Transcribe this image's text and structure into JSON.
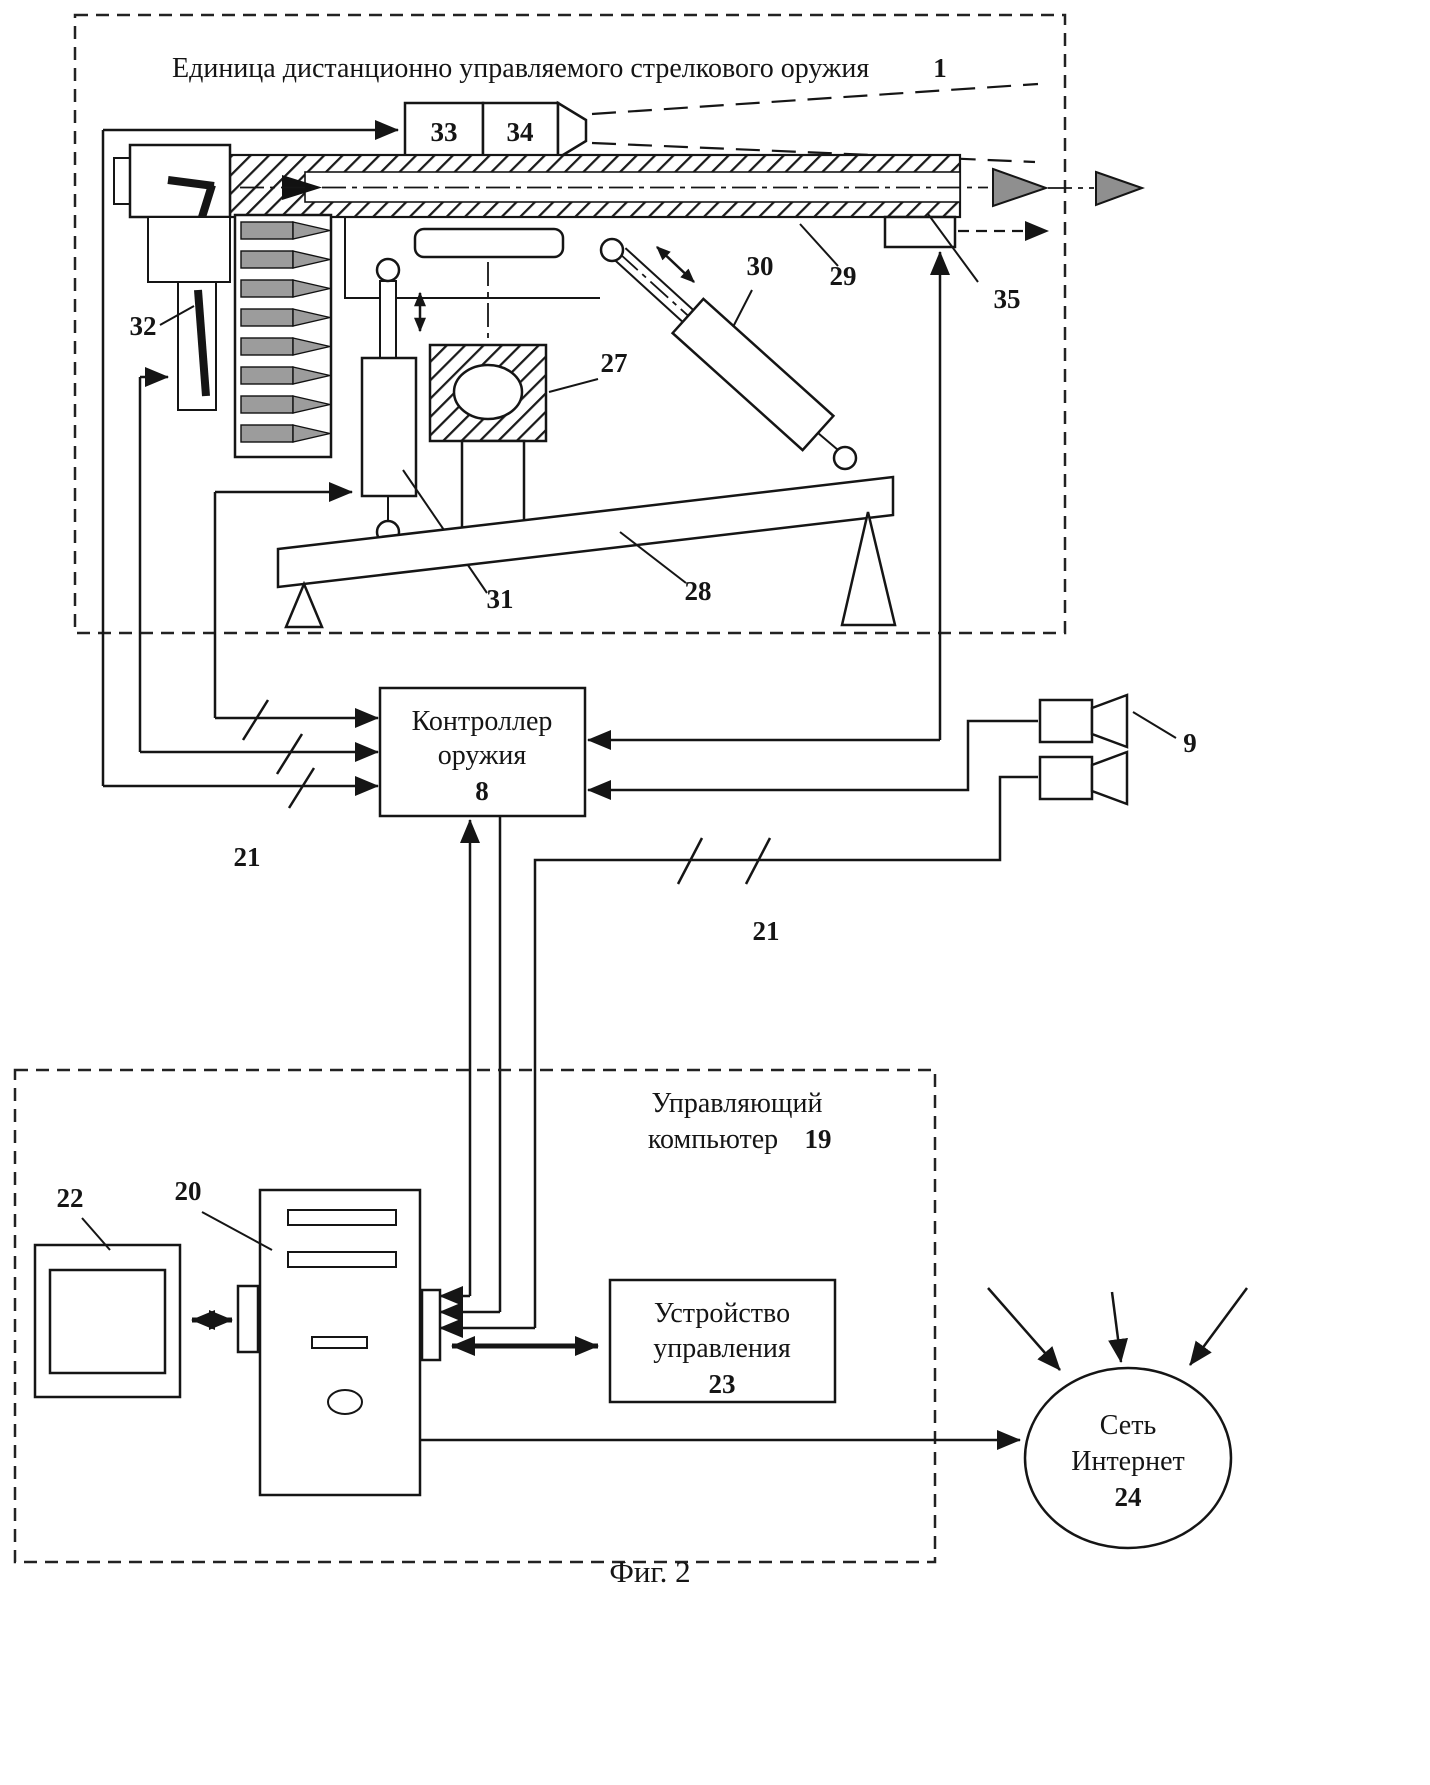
{
  "diagram": {
    "colors": {
      "ink": "#151515",
      "gray_fill": "#8f8f8f",
      "bullet_gray": "#9c9c9c"
    },
    "weapon_unit": {
      "title": "Единица дистанционно управляемого стрелкового оружия",
      "ref": "1",
      "part27": "27",
      "part28": "28",
      "part29": "29",
      "part30": "30",
      "part31": "31",
      "part32": "32",
      "part33": "33",
      "part34": "34",
      "part35": "35"
    },
    "controller": {
      "line1": "Контроллер",
      "line2": "оружия",
      "ref": "8"
    },
    "cameras": {
      "ref": "9"
    },
    "cables": {
      "left_ref": "21",
      "right_ref": "21"
    },
    "computer": {
      "title1": "Управляющий",
      "title2": "компьютер",
      "ref": "19",
      "monitor_ref": "22",
      "tower_ref": "20"
    },
    "control_device": {
      "line1": "Устройство",
      "line2": "управления",
      "ref": "23"
    },
    "internet": {
      "line1": "Сеть",
      "line2": "Интернет",
      "ref": "24"
    },
    "caption": "Фиг. 2"
  }
}
